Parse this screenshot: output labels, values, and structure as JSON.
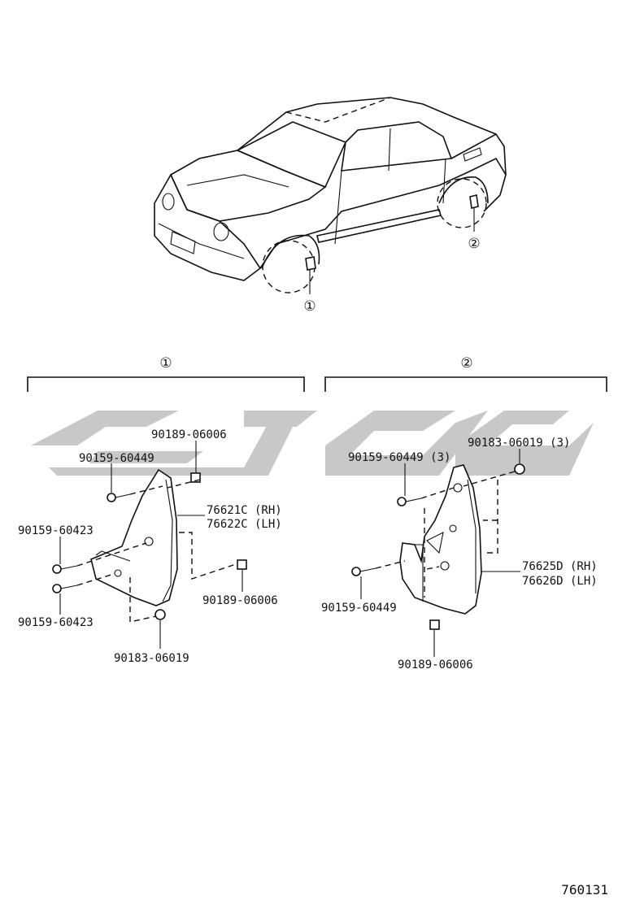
{
  "watermark_color": "#c8c8c8",
  "vehicle": {
    "callouts": [
      "①",
      "②"
    ]
  },
  "group_1": {
    "number": "①",
    "labels": {
      "bolt_top": "90159-60449",
      "nut_top": "90189-06006",
      "part_rh": "76621C (RH)",
      "part_lh": "76622C (LH)",
      "screw_upper": "90159-60423",
      "screw_lower": "90159-60423",
      "nut_right": "90189-06006",
      "clip_bottom": "90183-06019"
    }
  },
  "group_2": {
    "number": "②",
    "labels": {
      "bolt_top": "90159-60449 (3)",
      "clip_top": "90183-06019 (3)",
      "part_rh": "76625D (RH)",
      "part_lh": "76626D (LH)",
      "screw_left": "90159-60449",
      "nut_bottom": "90189-06006"
    }
  },
  "illustration_number": "760131"
}
